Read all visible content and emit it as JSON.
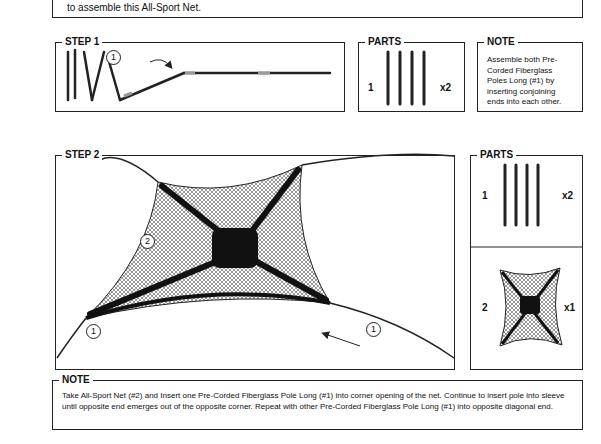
{
  "diagram": {
    "nodes": [
      {
        "text": [
          "to assemble this All-Sport Net."
        ]
      },
      {
        "text": [
          "STEP 1"
        ]
      },
      {
        "text": [
          "PARTS"
        ]
      },
      {
        "text": [
          "NOTE",
          "Assemble both Pre-Corded Fiberglass Poles Long (#1) by inserting conjoining ends into each other."
        ]
      },
      {
        "text": [
          "STEP 2"
        ]
      },
      {
        "text": [
          "PARTS"
        ]
      },
      {
        "text": [
          "NOTE",
          "Take All-Sport Net (#2) and Insert one Pre-Corded Fiberglass Pole Long (#1) into corner opening of the net. Continue to insert pole into sleeve until opposite end emerges out of the opposite corner. Repeat with other Pre-Corded Fiberglass Pole Long (#1) into opposite diagonal end."
        ]
      }
    ],
    "edges": [],
    "labels": [
      "1",
      "1",
      "x2",
      "2",
      "1",
      "1",
      "1",
      "x2",
      "2",
      "x1"
    ]
  }
}
